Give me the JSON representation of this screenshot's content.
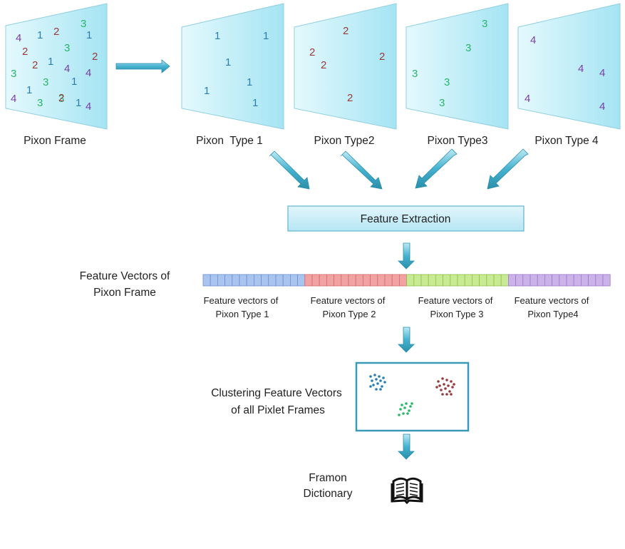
{
  "colors": {
    "type1": "#2a7fb0",
    "type2": "#9a3a3a",
    "type3": "#2ab56a",
    "type4": "#7a3fa8",
    "arrow": "#3aa7c6",
    "box_stroke": "#3a9ab5",
    "seg1": "#a9c4ef",
    "seg2": "#f1a3a3",
    "seg3": "#c8ea93",
    "seg4": "#cbb2e8"
  },
  "pixon_frame": {
    "label": "Pixon Frame",
    "digits": [
      "4",
      "1",
      "2",
      "3",
      "1",
      "2",
      "3",
      "2",
      "3",
      "2",
      "1",
      "4",
      "4",
      "3",
      "3",
      "1",
      "1",
      "4",
      "3",
      "2",
      "1",
      "4"
    ]
  },
  "pixon_types": [
    {
      "label": "Pixon  Type 1",
      "digits": [
        "1",
        "1",
        "1",
        "1",
        "1",
        "1"
      ]
    },
    {
      "label": "Pixon Type2",
      "digits": [
        "2",
        "2",
        "2",
        "2",
        "2"
      ]
    },
    {
      "label": "Pixon Type3",
      "digits": [
        "3",
        "3",
        "3",
        "3",
        "3"
      ]
    },
    {
      "label": "Pixon Type 4",
      "digits": [
        "4",
        "4",
        "4",
        "4",
        "4"
      ]
    }
  ],
  "feature_extraction": {
    "label": "Feature Extraction"
  },
  "feature_vectors": {
    "title_line1": "Feature Vectors of",
    "title_line2": "Pixon Frame",
    "segments": [
      {
        "line1": "Feature vectors of",
        "line2": "Pixon Type 1"
      },
      {
        "line1": "Feature vectors of",
        "line2": "Pixon Type 2"
      },
      {
        "line1": "Feature vectors of",
        "line2": "Pixon Type 3"
      },
      {
        "line1": "Feature vectors of",
        "line2": "Pixon Type4"
      }
    ]
  },
  "clustering": {
    "line1": "Clustering Feature Vectors",
    "line2": "of all Pixlet Frames"
  },
  "dictionary": {
    "line1": "Framon",
    "line2": "Dictionary",
    "icon": "open-book-icon"
  }
}
